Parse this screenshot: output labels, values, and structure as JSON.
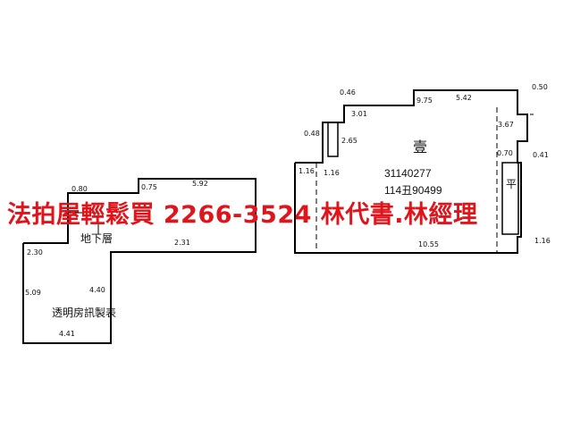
{
  "left_plan": {
    "floor_label": "地下層",
    "title_label": "透明房訊製表",
    "dims": {
      "d_230": "2.30",
      "d_509": "5.09",
      "d_441": "4.41",
      "d_231": "2.31",
      "d_075": "0.75",
      "d_592": "5.92",
      "d_440": "4.40",
      "d_080": "0.80"
    }
  },
  "right_plan": {
    "room_glyph": "壹",
    "side_glyph": "平",
    "parcel_number": "31140277",
    "doc_number": "114丑90499",
    "dims": {
      "d_975": "9.75",
      "d_542": "5.42",
      "d_301": "3.01",
      "d_050": "0.50",
      "d_367": "3.67",
      "d_046": "0.46",
      "d_265": "2.65",
      "d_116a": "1.16",
      "d_116b": "1.16",
      "d_1055": "10.55",
      "d_070": "0.70",
      "d_041": "0.41",
      "d_116c": "1.16",
      "d_048": "0.48"
    }
  },
  "banner": {
    "text": "法拍屋輕鬆買  2266-3524  林代書.林經理"
  },
  "colors": {
    "banner": "#e0141b",
    "line": "#000000"
  }
}
